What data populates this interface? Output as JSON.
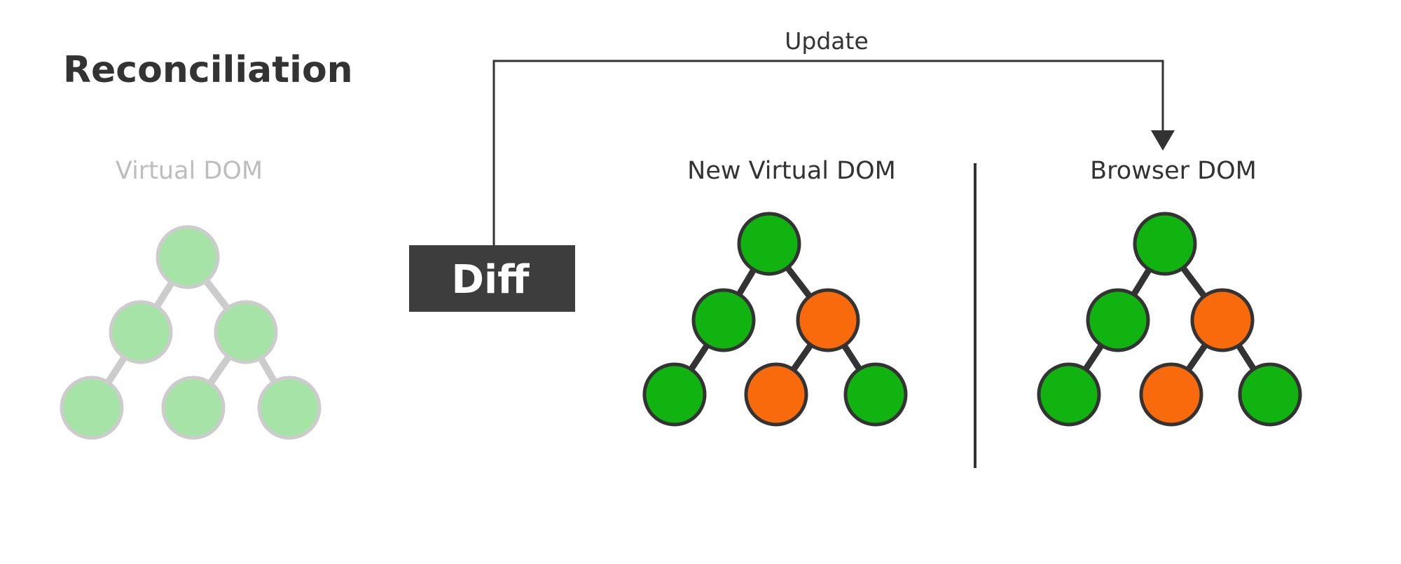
{
  "title": "Reconciliation",
  "update_label": "Update",
  "diff_label": "Diff",
  "colors": {
    "text_dark": "#333333",
    "text_faded": "#bdbdbd",
    "line_dark": "#333333",
    "diff_box": "#3d3d3d",
    "diff_text": "#ffffff",
    "node_green": "#11b311",
    "node_orange": "#f86a0c",
    "node_faded_fill": "#a6e3a6",
    "node_faded_stroke": "#cccccc",
    "edge_faded": "#cccccc"
  },
  "trees": [
    {
      "id": "virtual-dom",
      "label": "Virtual DOM",
      "faded": true,
      "nodes": [
        "unchanged",
        "unchanged",
        "unchanged",
        "unchanged",
        "unchanged",
        "unchanged"
      ]
    },
    {
      "id": "new-virtual-dom",
      "label": "New Virtual DOM",
      "faded": false,
      "nodes": [
        "unchanged",
        "unchanged",
        "changed",
        "unchanged",
        "changed",
        "unchanged"
      ]
    },
    {
      "id": "browser-dom",
      "label": "Browser DOM",
      "faded": false,
      "nodes": [
        "unchanged",
        "unchanged",
        "changed",
        "unchanged",
        "changed",
        "unchanged"
      ]
    }
  ]
}
